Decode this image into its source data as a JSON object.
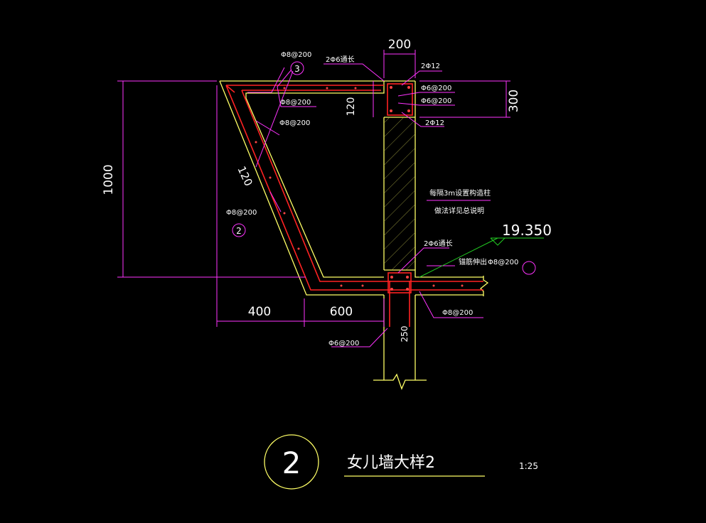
{
  "dimensions": {
    "top_width": "200",
    "beam_height": "300",
    "total_height": "1000",
    "left_offset": "400",
    "bottom_width": "600",
    "slab_thickness": "120",
    "slant_thickness": "120",
    "wall_thickness": "250"
  },
  "rebar_labels": {
    "top_rebar_1": "Φ8@200",
    "top_rebar_2": "Φ8@200",
    "inner_slant": "Φ8@200",
    "slant_outer": "Φ8@200",
    "top_longit": "2Φ6通长",
    "beam_top": "2Φ12",
    "beam_stirrup_1": "Φ6@200",
    "beam_stirrup_2": "Φ6@200",
    "beam_bottom": "2Φ12",
    "bottom_longit": "2Φ6通长",
    "slab_bottom": "Φ8@200",
    "wall_stirrup": "Φ6@200",
    "anchorage": "锚筋伸出",
    "anchorage_rebar": "Φ8@200"
  },
  "notes": {
    "column_note_1": "每隔3m设置构造柱",
    "column_note_2": "做法详见总说明"
  },
  "callouts": {
    "top": "3",
    "slant": "2"
  },
  "elevation": "19.350",
  "title": {
    "number": "2",
    "text": "女儿墙大样2",
    "scale": "1:25"
  },
  "colors": {
    "background": "#000000",
    "outline": "#ffff66",
    "rebar": "#ff2222",
    "dimension": "#ff33ff",
    "text": "#ffffff",
    "elevation_leader": "#22cc22",
    "hatch": "#cccc55"
  }
}
